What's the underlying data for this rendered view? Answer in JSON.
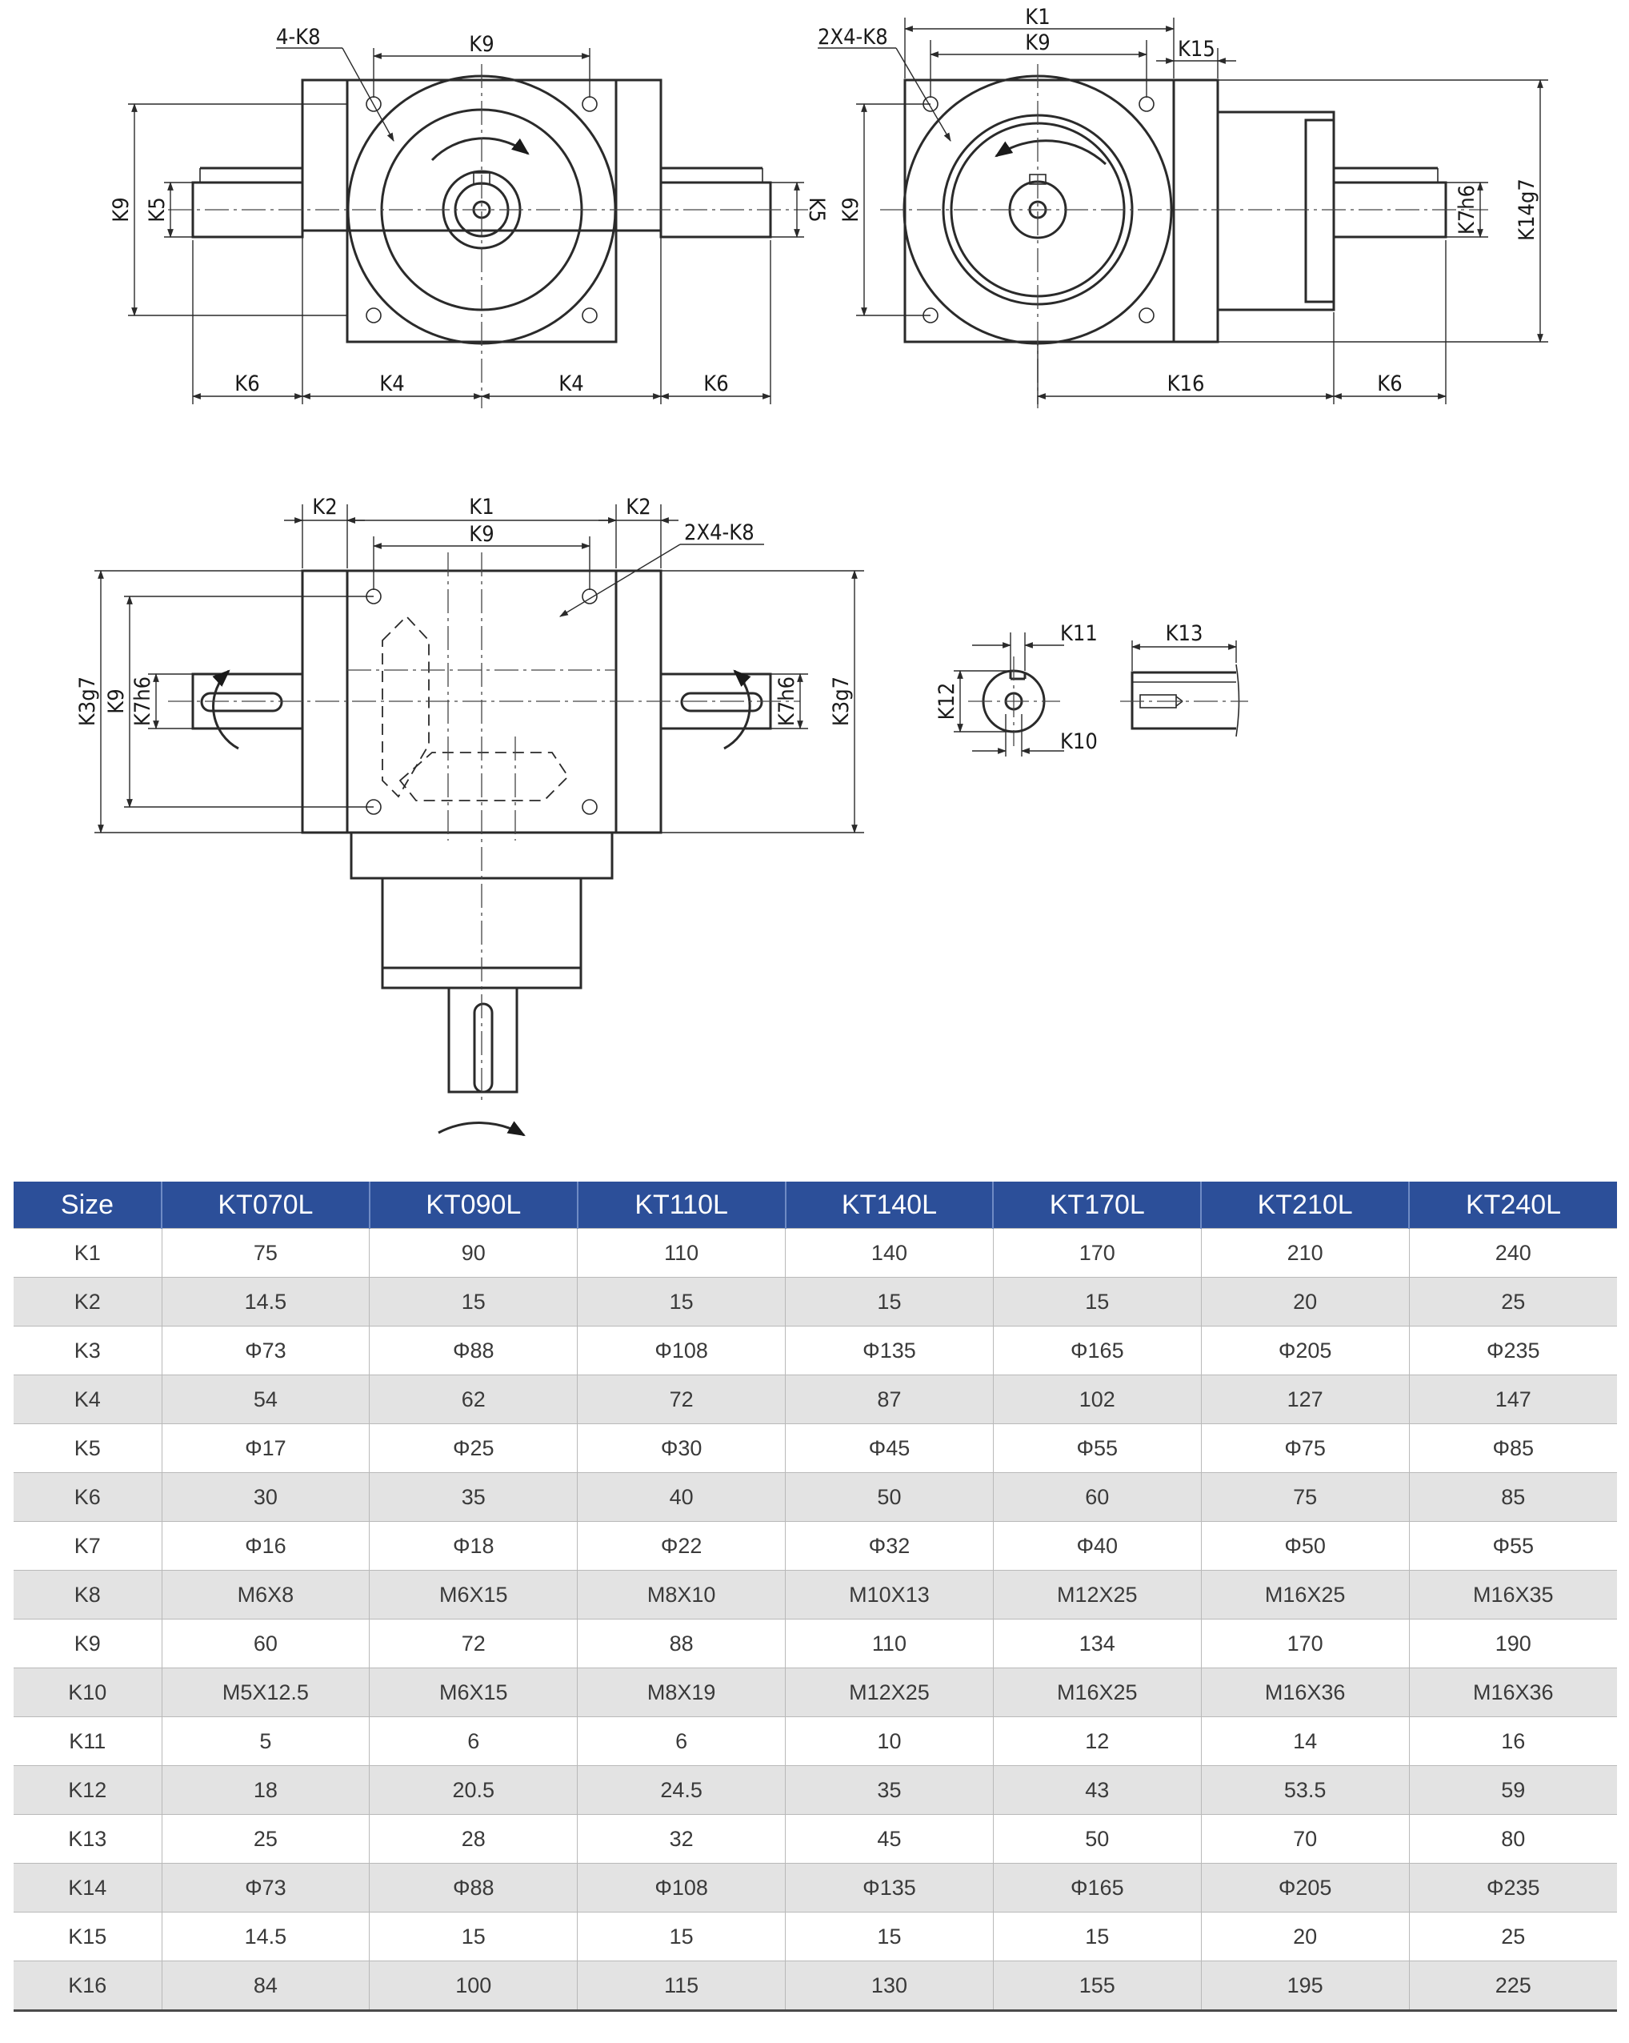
{
  "drawing": {
    "view_top_left": {
      "hole_callout": "4-K8",
      "dims": {
        "k9_top": "K9",
        "k9_side": "K9",
        "k5_left": "K5",
        "k5_right": "K5",
        "k6_left": "K6",
        "k4_left": "K4",
        "k4_right": "K4",
        "k6_right": "K6"
      }
    },
    "view_top_right": {
      "hole_callout": "2X4-K8",
      "dims": {
        "k1": "K1",
        "k9": "K9",
        "k15": "K15",
        "k9_side": "K9",
        "k7": "K7h6",
        "k14": "K14g7",
        "k16": "K16",
        "k6": "K6"
      }
    },
    "view_front": {
      "hole_callout": "2X4-K8",
      "dims": {
        "k2_left": "K2",
        "k1": "K1",
        "k2_right": "K2",
        "k9": "K9",
        "k3_left": "K3g7",
        "k9_side": "K9",
        "k7_left": "K7h6",
        "k7_right": "K7h6",
        "k3_right": "K3g7"
      }
    },
    "shaft_detail": {
      "dims": {
        "k11": "K11",
        "k12": "K12",
        "k10": "K10",
        "k13": "K13"
      }
    }
  },
  "table": {
    "header": [
      "Size",
      "KT070L",
      "KT090L",
      "KT110L",
      "KT140L",
      "KT170L",
      "KT210L",
      "KT240L"
    ],
    "rows": [
      [
        "K1",
        "75",
        "90",
        "110",
        "140",
        "170",
        "210",
        "240"
      ],
      [
        "K2",
        "14.5",
        "15",
        "15",
        "15",
        "15",
        "20",
        "25"
      ],
      [
        "K3",
        "Φ73",
        "Φ88",
        "Φ108",
        "Φ135",
        "Φ165",
        "Φ205",
        "Φ235"
      ],
      [
        "K4",
        "54",
        "62",
        "72",
        "87",
        "102",
        "127",
        "147"
      ],
      [
        "K5",
        "Φ17",
        "Φ25",
        "Φ30",
        "Φ45",
        "Φ55",
        "Φ75",
        "Φ85"
      ],
      [
        "K6",
        "30",
        "35",
        "40",
        "50",
        "60",
        "75",
        "85"
      ],
      [
        "K7",
        "Φ16",
        "Φ18",
        "Φ22",
        "Φ32",
        "Φ40",
        "Φ50",
        "Φ55"
      ],
      [
        "K8",
        "M6X8",
        "M6X15",
        "M8X10",
        "M10X13",
        "M12X25",
        "M16X25",
        "M16X35"
      ],
      [
        "K9",
        "60",
        "72",
        "88",
        "110",
        "134",
        "170",
        "190"
      ],
      [
        "K10",
        "M5X12.5",
        "M6X15",
        "M8X19",
        "M12X25",
        "M16X25",
        "M16X36",
        "M16X36"
      ],
      [
        "K11",
        "5",
        "6",
        "6",
        "10",
        "12",
        "14",
        "16"
      ],
      [
        "K12",
        "18",
        "20.5",
        "24.5",
        "35",
        "43",
        "53.5",
        "59"
      ],
      [
        "K13",
        "25",
        "28",
        "32",
        "45",
        "50",
        "70",
        "80"
      ],
      [
        "K14",
        "Φ73",
        "Φ88",
        "Φ108",
        "Φ135",
        "Φ165",
        "Φ205",
        "Φ235"
      ],
      [
        "K15",
        "14.5",
        "15",
        "15",
        "15",
        "15",
        "20",
        "25"
      ],
      [
        "K16",
        "84",
        "100",
        "115",
        "130",
        "155",
        "195",
        "225"
      ]
    ]
  }
}
